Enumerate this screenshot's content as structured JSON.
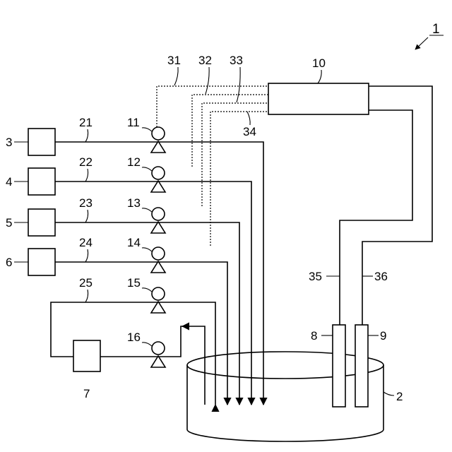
{
  "labels": {
    "system": "1",
    "tank": "2",
    "sources": [
      "3",
      "4",
      "5",
      "6"
    ],
    "tank_component": "7",
    "probe_left": "8",
    "probe_right": "9",
    "controller": "10",
    "pumps": [
      "11",
      "12",
      "13",
      "14",
      "15",
      "16"
    ],
    "lines": [
      "21",
      "22",
      "23",
      "24",
      "25"
    ],
    "signal_lines": [
      "31",
      "32",
      "33",
      "34"
    ],
    "sensor_cable_left": "35",
    "sensor_cable_right": "36"
  }
}
